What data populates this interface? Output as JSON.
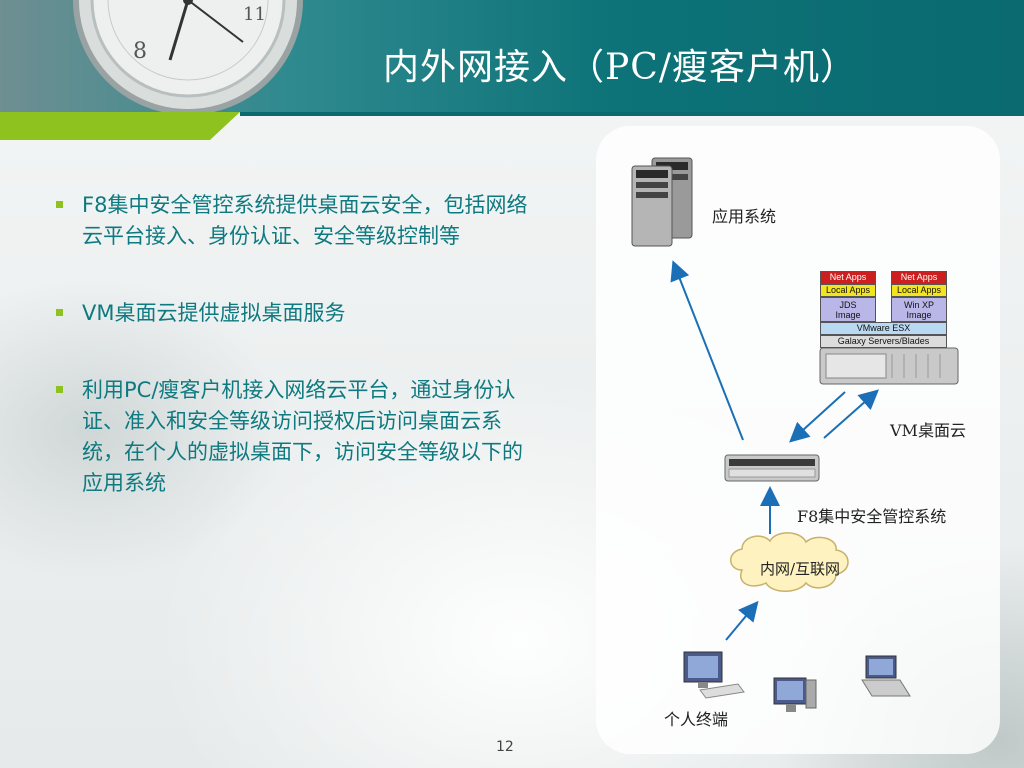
{
  "slide": {
    "title": "内外网接入（PC/瘦客户机）",
    "page_number": "12"
  },
  "bullets": [
    "F8集中安全管控系统提供桌面云安全，包括网络云平台接入、身份认证、安全等级控制等",
    "VM桌面云提供虚拟桌面服务",
    "利用PC/瘦客户机接入网络云平台，通过身份认证、准入和安全等级访问授权后访问桌面云系统，在个人的虚拟桌面下，访问安全等级以下的应用系统"
  ],
  "diagram": {
    "app_system_label": "应用系统",
    "vm_desktop_label": "VM桌面云",
    "f8_label": "F8集中安全管控系统",
    "network_label": "内网/互联网",
    "terminal_label": "个人终端",
    "vm_stack": {
      "left_net_apps": "Net Apps",
      "left_local_apps": "Local Apps",
      "left_image": "JDS Image",
      "right_net_apps": "Net Apps",
      "right_local_apps": "Local Apps",
      "right_image": "Win XP Image",
      "esx": "VMware ESX",
      "servers": "Galaxy Servers/Blades"
    }
  },
  "colors": {
    "accent_teal": "#0e7a80",
    "accent_green": "#8dc21f",
    "arrow_blue": "#1a6fb6",
    "net_apps_red": "#cc1f1f",
    "local_apps_yellow": "#f2e51c",
    "image_lavender": "#b9b6e8",
    "esx_blue": "#b9d8f2",
    "servers_gray": "#dcdcdc"
  },
  "icons": [
    "server-tower-icon",
    "rack-server-icon",
    "switch-icon",
    "cloud-icon",
    "desktop-monitor-icon",
    "laptop-icon",
    "pocket-watch-image"
  ]
}
